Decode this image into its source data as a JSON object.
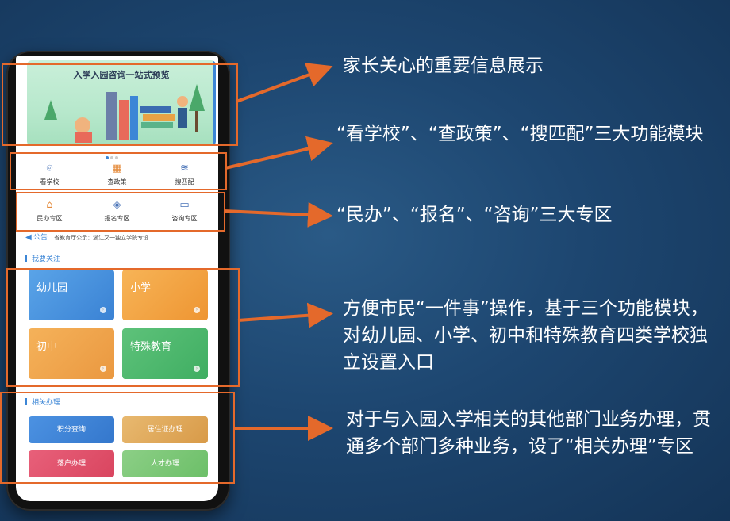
{
  "app": {
    "banner_title": "入学入园咨询一站式预览",
    "function_modules": [
      {
        "label": "看学校",
        "icon": "location-pin-icon"
      },
      {
        "label": "查政策",
        "icon": "policy-grid-icon"
      },
      {
        "label": "搜匹配",
        "icon": "layers-icon"
      }
    ],
    "zones": [
      {
        "label": "民办专区",
        "icon": "school-building-icon"
      },
      {
        "label": "报名专区",
        "icon": "graduation-cap-icon"
      },
      {
        "label": "咨询专区",
        "icon": "chat-bubble-icon"
      }
    ],
    "notice": {
      "tag": "公告",
      "text": "省教育厅公示：浙江又一独立学院专设..."
    },
    "focus_section": {
      "title": "我要关注",
      "tiles": [
        "幼儿园",
        "小学",
        "初中",
        "特殊教育"
      ]
    },
    "related_section": {
      "title": "相关办理",
      "buttons": [
        "积分查询",
        "居住证办理",
        "落户办理",
        "人才办理"
      ]
    }
  },
  "annotations": [
    "家长关心的重要信息展示",
    "“看学校”、“查政策”、“搜匹配”三大功能模块",
    "“民办”、“报名”、“咨询”三大专区",
    "方便市民“一件事”操作，基于三个功能模块，对幼儿园、小学、初中和特殊教育四类学校独立设置入口",
    "对于与入园入学相关的其他部门业务办理，贯通多个部门多种业务，设了“相关办理”专区"
  ],
  "colors": {
    "highlight": "#e4692b",
    "accent": "#3c86d6"
  }
}
